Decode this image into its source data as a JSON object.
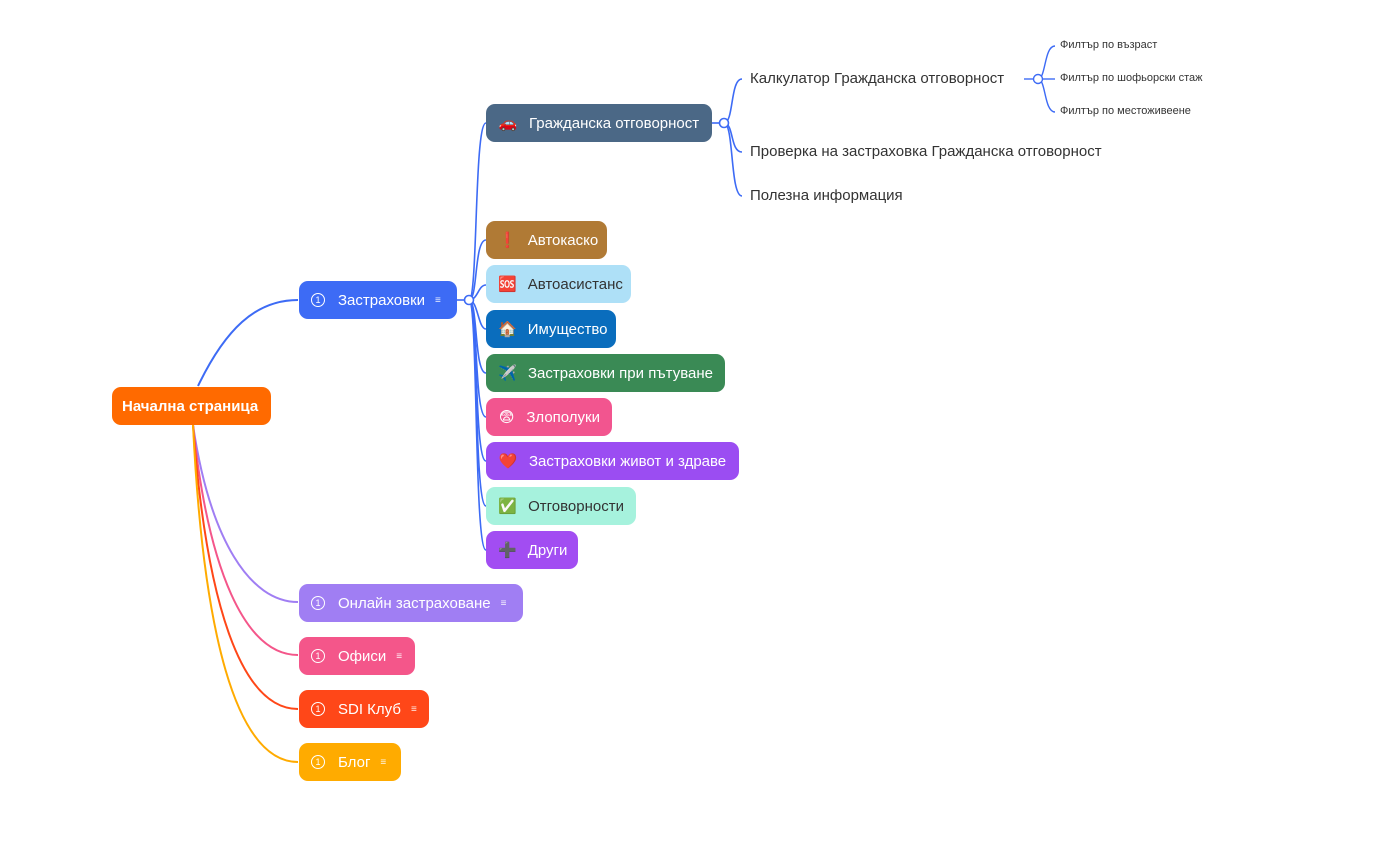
{
  "root": {
    "label": "Начална страница",
    "color": "#ff6a00"
  },
  "insurances": {
    "label": "Застраховки",
    "badge": "1",
    "note_icon": "note-icon",
    "color": "#3d6bf5",
    "children": [
      {
        "label": "Гражданска отговорност",
        "icon": "🚗",
        "bg": "#4b6886",
        "fg": "#ffffff"
      },
      {
        "label": "Автокаско",
        "icon": "❗",
        "bg": "#b07a35",
        "fg": "#ffffff"
      },
      {
        "label": "Автоасистанс",
        "icon": "🆘",
        "bg": "#aee0f7",
        "fg": "#333333"
      },
      {
        "label": "Имущество",
        "icon": "🏠",
        "bg": "#0a6dbd",
        "fg": "#ffffff"
      },
      {
        "label": "Застраховки при пътуване",
        "icon": "✈️",
        "bg": "#3a8a55",
        "fg": "#ffffff"
      },
      {
        "label": "Злополуки",
        "icon": "😨",
        "bg": "#f2558f",
        "fg": "#ffffff"
      },
      {
        "label": "Застраховки живот и здраве",
        "icon": "❤️",
        "bg": "#9b4df2",
        "fg": "#ffffff"
      },
      {
        "label": "Отговорности",
        "icon": "✅",
        "bg": "#a6f2dd",
        "fg": "#333333"
      },
      {
        "label": "Други",
        "icon": "➕",
        "bg": "#a24df2",
        "fg": "#ffffff"
      }
    ]
  },
  "civil_liability": {
    "children": [
      {
        "label": "Калкулатор Гражданска отговорност"
      },
      {
        "label": "Проверка на застраховка Гражданска отговорност"
      },
      {
        "label": "Полезна информация"
      }
    ]
  },
  "calculator": {
    "children": [
      {
        "label": "Филтър по възраст"
      },
      {
        "label": "Филтър по шофьорски стаж"
      },
      {
        "label": "Филтър по местоживеене"
      }
    ]
  },
  "other_branches": [
    {
      "label": "Онлайн застраховане",
      "badge": "1",
      "note_icon": "note-icon",
      "color": "#a07ef3"
    },
    {
      "label": "Офиси",
      "badge": "1",
      "note_icon": "note-icon",
      "color": "#f4568a"
    },
    {
      "label": "SDI Клуб",
      "badge": "1",
      "note_icon": "note-icon",
      "color": "#ff4718"
    },
    {
      "label": "Блог",
      "badge": "1",
      "note_icon": "note-icon",
      "color": "#ffab00"
    }
  ]
}
